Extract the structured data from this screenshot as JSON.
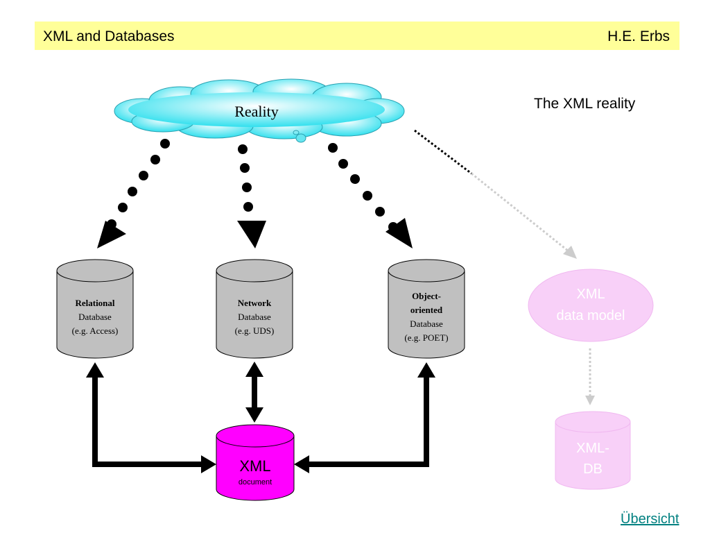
{
  "header": {
    "title": "XML and Databases",
    "author": "H.E. Erbs"
  },
  "subtitle": "The XML reality",
  "nav": {
    "link_label": "Übersicht"
  },
  "cloud": {
    "label": "Reality"
  },
  "databases": {
    "relational": {
      "bold": "Relational",
      "line2": "Database",
      "line3": "(e.g. Access)"
    },
    "network": {
      "bold": "Network",
      "line2": "Database",
      "line3": "(e.g. UDS)"
    },
    "object": {
      "bold1": "Object-",
      "bold2": "oriented",
      "line2": "Database",
      "line3": "(e.g. POET)"
    }
  },
  "xml_document": {
    "label": "XML",
    "sublabel": "document"
  },
  "faded": {
    "model_line1": "XML",
    "model_line2": "data model",
    "db_line1": "XML-",
    "db_line2": "DB"
  },
  "colors": {
    "header_bg": "#ffff99",
    "cloud": "#66e6f0",
    "cylinder_gray": "#c0c0c0",
    "xml_doc": "#ff00ff",
    "faded_pink": "#f8d0f8",
    "link": "#008080"
  }
}
